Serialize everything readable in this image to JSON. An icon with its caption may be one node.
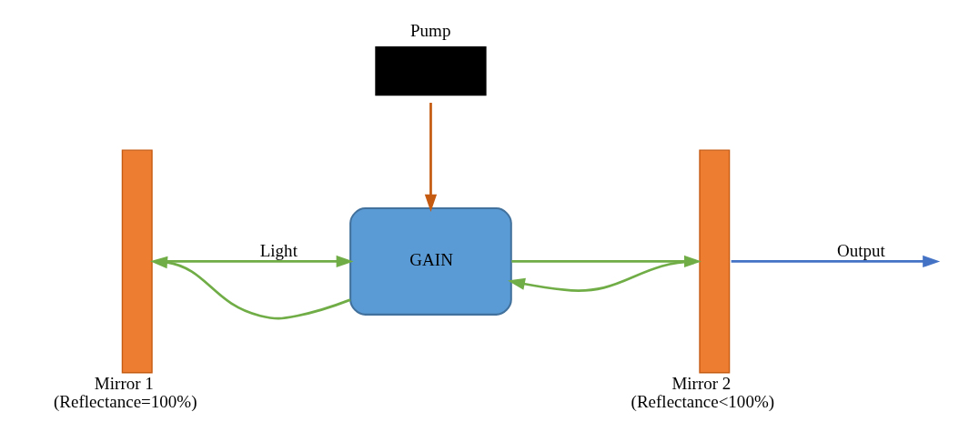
{
  "diagram": {
    "nodes": [
      {
        "text": [
          "Pump"
        ]
      },
      {
        "text": [
          "GAIN"
        ]
      },
      {
        "text": [
          "Mirror 1 (Reflectance=100%)"
        ]
      },
      {
        "text": [
          "Mirror 2 (Reflectance<100%)"
        ]
      }
    ],
    "edges": [
      {
        "from": 0,
        "to": 1,
        "arrow": "to",
        "color": "#c55a11"
      },
      {
        "from": 1,
        "to": 2,
        "arrow": "to"
      },
      {
        "from": 2,
        "to": 1,
        "arrow": "to",
        "label": "Light"
      },
      {
        "from": 3,
        "to": 1,
        "arrow": "to"
      },
      {
        "from": 1,
        "to": 3,
        "arrow": "to"
      },
      {
        "from": 3,
        "to": null,
        "arrow": "to",
        "label": "Output",
        "color": "#4472c4"
      }
    ]
  }
}
